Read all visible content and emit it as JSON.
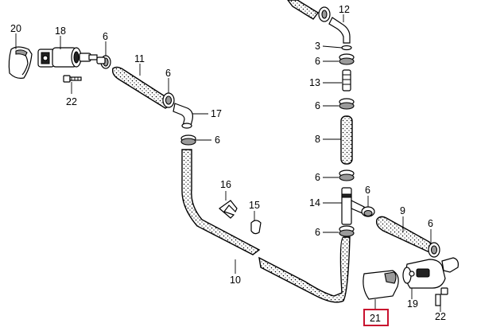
{
  "diagram": {
    "highlight_color": "#c8102e",
    "labels": {
      "p20": "20",
      "p18": "18",
      "p22_left": "22",
      "p6_a": "6",
      "p11": "11",
      "p6_b": "6",
      "p17": "17",
      "p6_c": "6",
      "p12": "12",
      "p3": "3",
      "p6_d": "6",
      "p13": "13",
      "p6_e": "6",
      "p8": "8",
      "p6_f": "6",
      "p14": "14",
      "p6_g": "6",
      "p6_h": "6",
      "p9": "9",
      "p6_i": "6",
      "p16": "16",
      "p15": "15",
      "p10": "10",
      "p19": "19",
      "p22_right": "22",
      "p21": "21"
    }
  }
}
